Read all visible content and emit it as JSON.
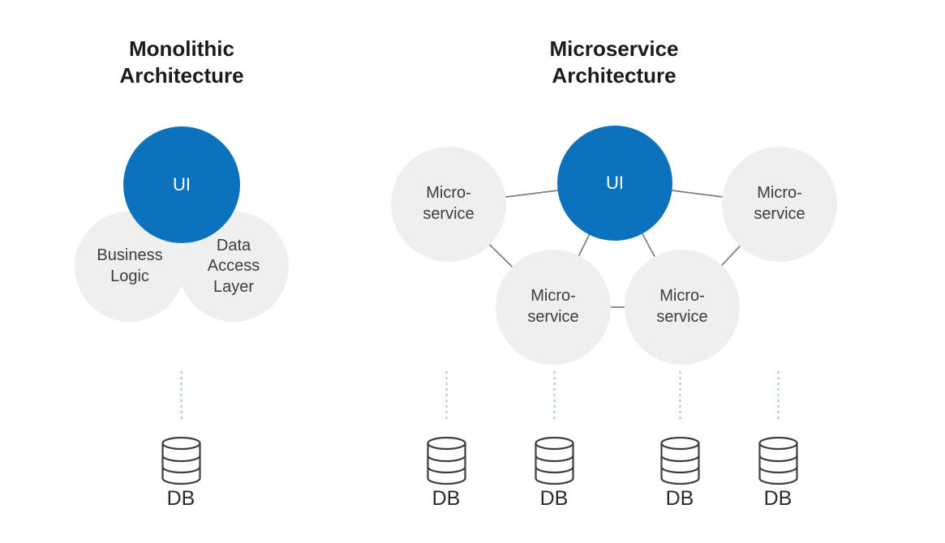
{
  "colors": {
    "ui_circle_blue": "#0d72bd",
    "service_circle_gray": "#efefef",
    "connector_gray": "#7d7d7d",
    "dotted_link_blue": "#9fc5e8",
    "db_icon_stroke": "#3f3f3f",
    "title_text": "#1b1b1b",
    "circle_label_text": "#3d3d3d"
  },
  "monolith": {
    "title": "Monolithic\nArchitecture",
    "circles": {
      "ui": "UI",
      "business_logic": "Business\nLogic",
      "data_access": "Data\nAccess\nLayer"
    },
    "databases": [
      {
        "label": "DB"
      }
    ]
  },
  "microservice": {
    "title": "Microservice\nArchitecture",
    "circles": {
      "ui": "UI",
      "left": "Micro-\nservice",
      "right": "Micro-\nservice",
      "bottom_left": "Micro-\nservice",
      "bottom_right": "Micro-\nservice"
    },
    "databases": [
      {
        "label": "DB"
      },
      {
        "label": "DB"
      },
      {
        "label": "DB"
      },
      {
        "label": "DB"
      }
    ]
  }
}
